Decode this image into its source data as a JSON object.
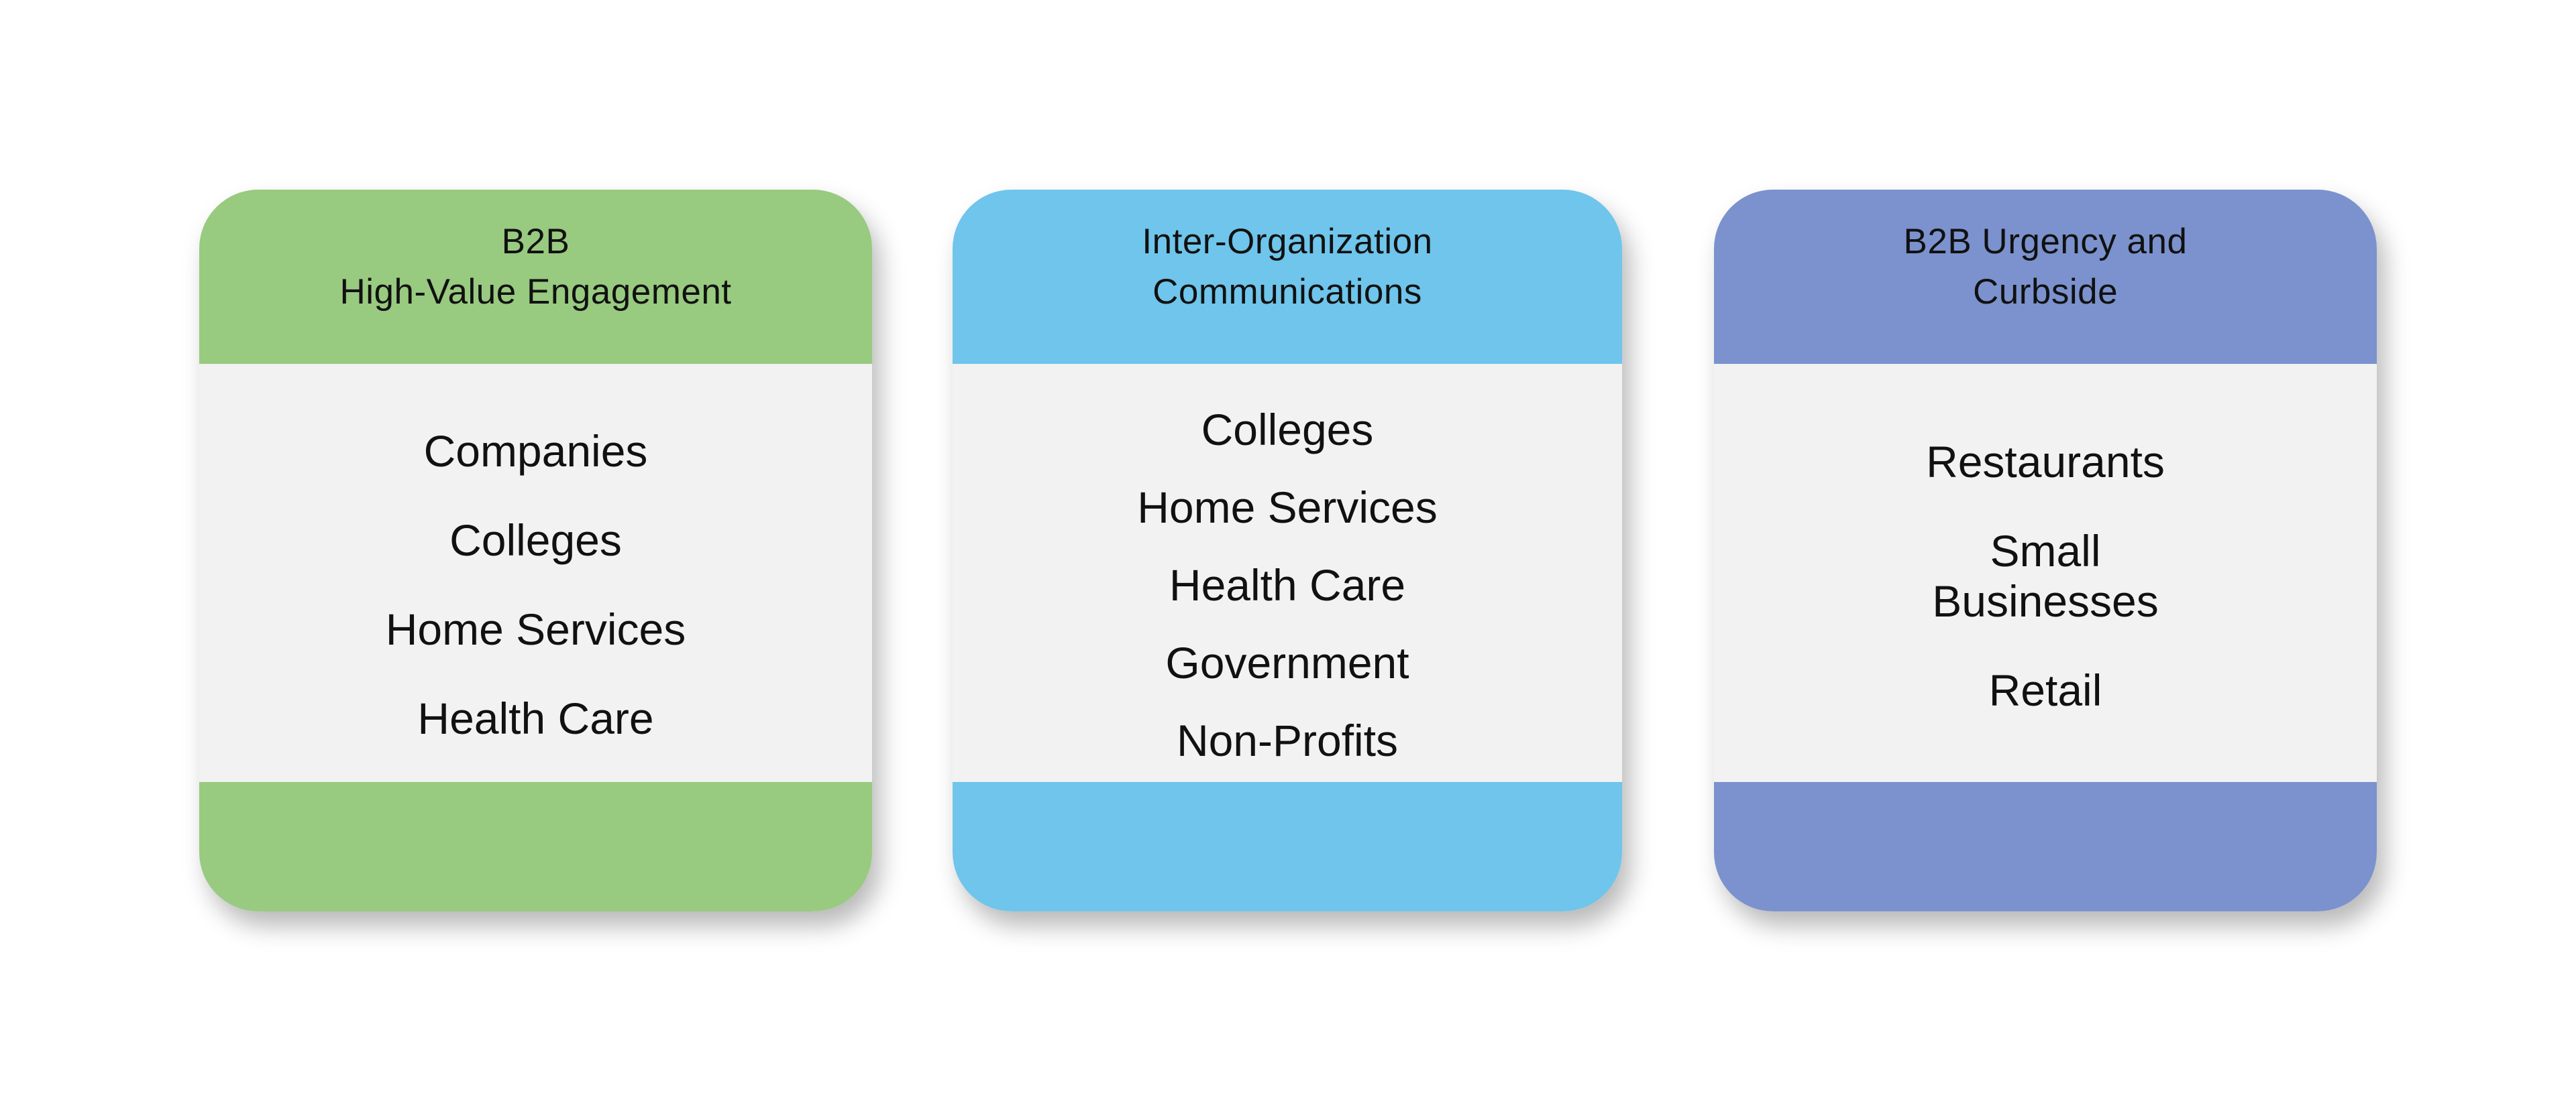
{
  "page": {
    "background_color": "#FFFFFF",
    "card_body_color": "#F2F2F2",
    "text_color": "#111111"
  },
  "cards": [
    {
      "name": "b2b-high-value-engagement",
      "accent_color": "#98CA80",
      "title_lines": [
        "B2B",
        "High-Value Engagement"
      ],
      "items": [
        "Companies",
        "Colleges",
        "Home Services",
        "Health Care"
      ]
    },
    {
      "name": "inter-organization-communications",
      "accent_color": "#6FC5EB",
      "title_lines": [
        "Inter-Organization",
        "Communications"
      ],
      "items": [
        "Colleges",
        "Home Services",
        "Health Care",
        "Government",
        "Non-Profits"
      ]
    },
    {
      "name": "b2b-urgency-and-curbside",
      "accent_color": "#7B92CE",
      "title_lines": [
        "B2B Urgency and",
        "Curbside"
      ],
      "items": [
        "Restaurants",
        "Small\nBusinesses",
        "Retail"
      ]
    }
  ]
}
